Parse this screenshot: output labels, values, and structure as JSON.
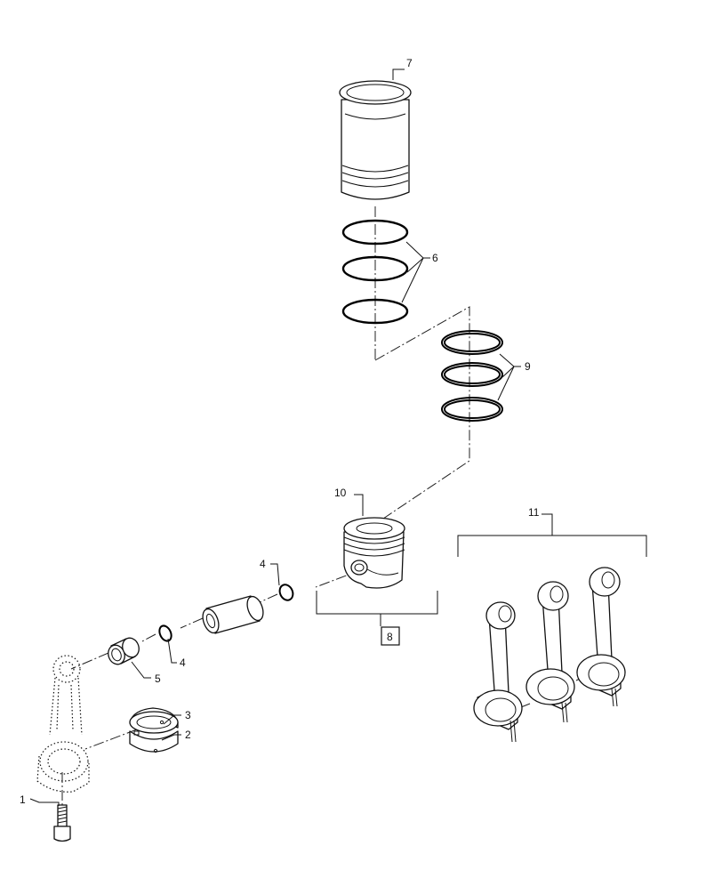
{
  "callouts": {
    "c1": "1",
    "c2": "2",
    "c3": "3",
    "c4a": "4",
    "c4b": "4",
    "c5": "5",
    "c6": "6",
    "c7": "7",
    "c8": "8",
    "c9": "9",
    "c10": "10",
    "c11": "11"
  },
  "colors": {
    "line": "#111111",
    "background": "#ffffff"
  }
}
